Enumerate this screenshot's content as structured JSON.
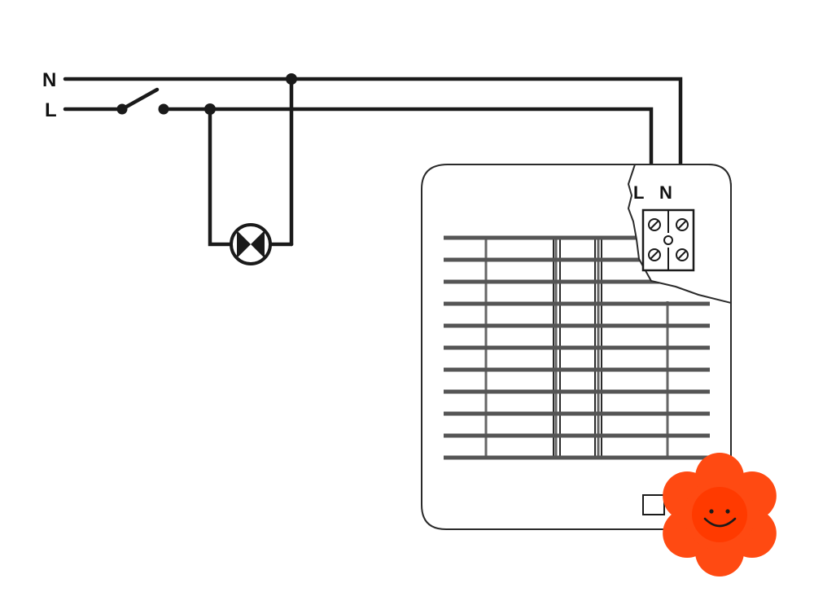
{
  "lines": {
    "neutral": "N",
    "live": "L"
  },
  "fan": {
    "terminal_live": "L",
    "terminal_neutral": "N"
  },
  "colors": {
    "line": "#1a1a1a",
    "flower_petal": "#ff4a12",
    "flower_center": "#ff3a00",
    "face": "#1a1a1a"
  },
  "icons": {
    "switch": "single-pole-switch-icon",
    "lamp": "lamp-icon",
    "fan": "extractor-fan-icon",
    "flower": "smiley-flower-icon"
  }
}
